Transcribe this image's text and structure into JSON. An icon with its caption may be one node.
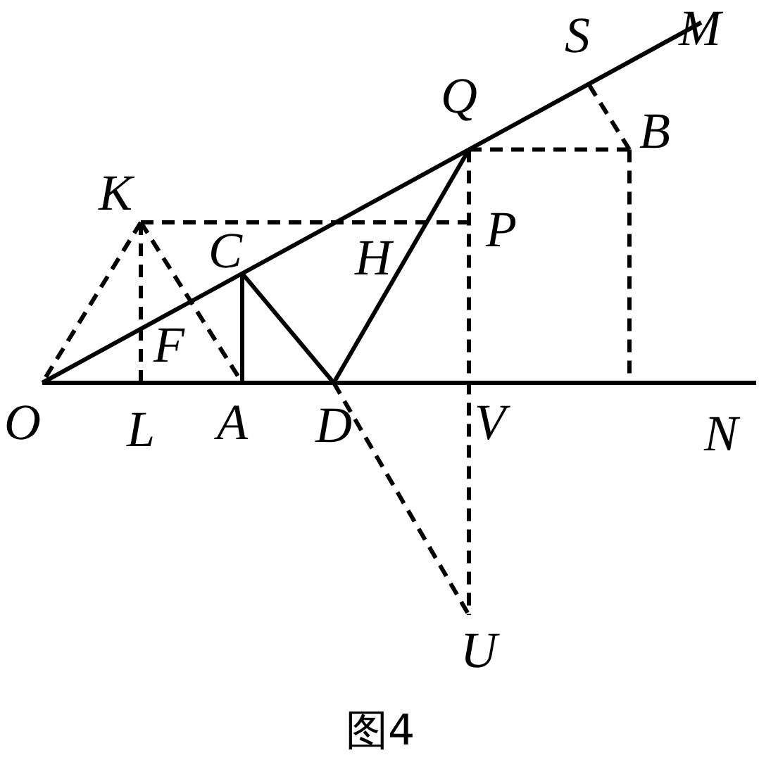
{
  "diagram": {
    "caption": "图4",
    "labels": [
      "S",
      "M",
      "Q",
      "B",
      "K",
      "P",
      "C",
      "H",
      "F",
      "O",
      "L",
      "A",
      "D",
      "V",
      "N",
      "U"
    ]
  }
}
